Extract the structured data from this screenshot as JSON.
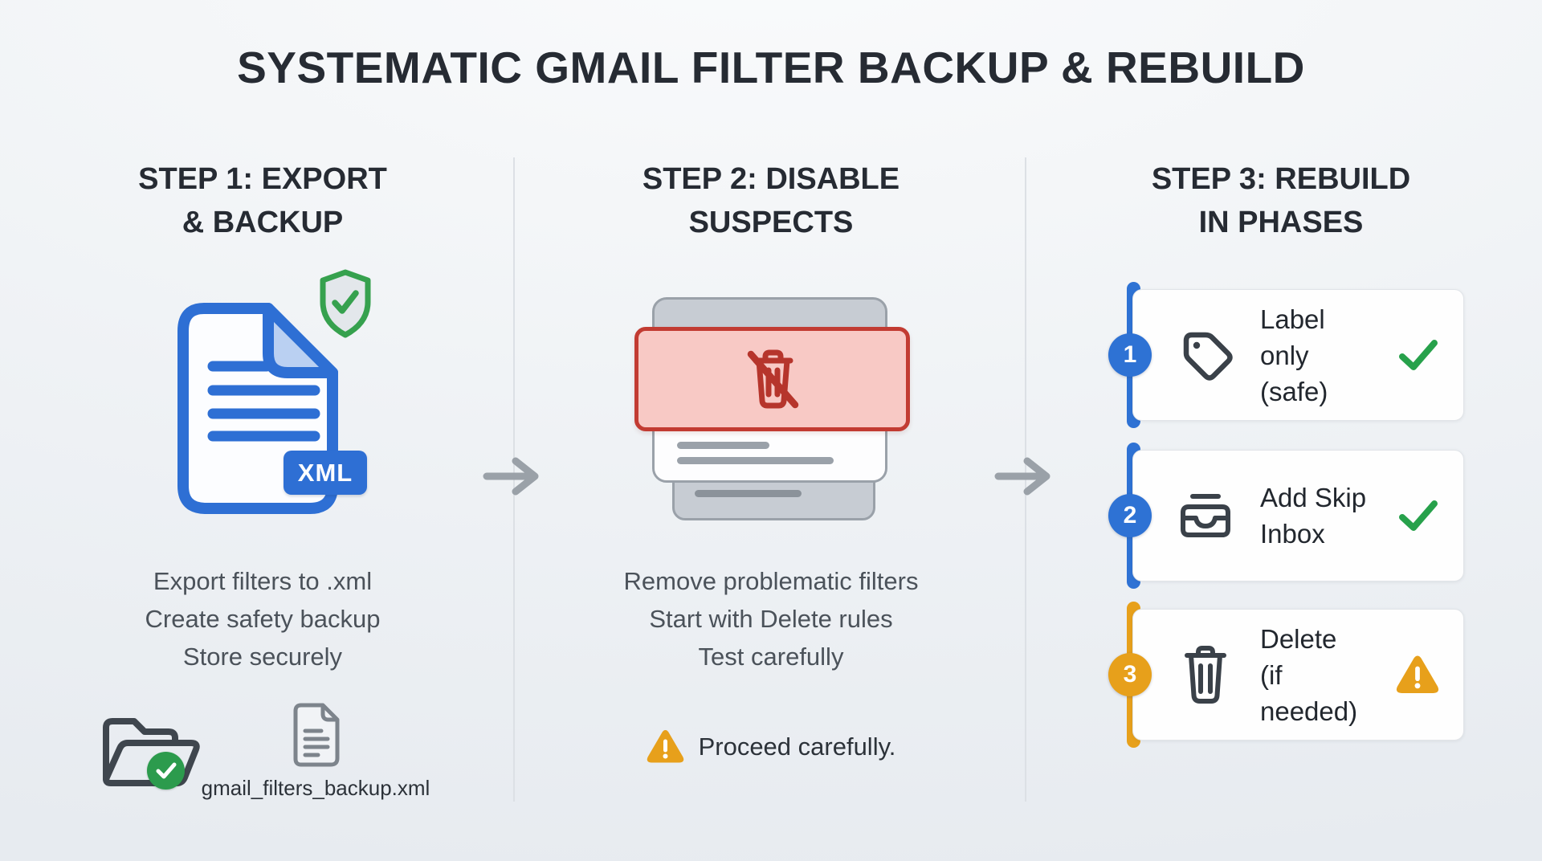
{
  "title": "SYSTEMATIC GMAIL FILTER BACKUP & REBUILD",
  "step1": {
    "heading_line1": "STEP 1: EXPORT",
    "heading_line2": "& BACKUP",
    "lines": [
      "Export filters to .xml",
      "Create safety backup",
      "Store securely"
    ],
    "xml_badge": "XML",
    "filename": "gmail_filters_backup.xml"
  },
  "step2": {
    "heading_line1": "STEP 2: DISABLE",
    "heading_line2": "SUSPECTS",
    "lines": [
      "Remove problematic filters",
      "Start with Delete rules",
      "Test carefully"
    ],
    "warning_text": "Proceed carefully."
  },
  "step3": {
    "heading_line1": "STEP 3: REBUILD",
    "heading_line2": "IN PHASES",
    "phases": [
      {
        "number": "1",
        "line1": "Label only",
        "line2": "(safe)",
        "icon": "tag-icon",
        "status": "complete"
      },
      {
        "number": "2",
        "line1": "Add Skip",
        "line2": "Inbox",
        "icon": "inbox-icon",
        "status": "complete"
      },
      {
        "number": "3",
        "line1": "Delete",
        "line2": "(if needed)",
        "icon": "trash-icon",
        "status": "caution"
      }
    ]
  },
  "colors": {
    "accent_blue": "#2e6fd4",
    "accent_green": "#2c9b4d",
    "accent_amber": "#e7a01b",
    "accent_red": "#c23b32",
    "red_fill": "#f8c9c5",
    "card_gray": "#c7ccd3",
    "heading_text": "#262b33",
    "body_text": "#4b525a"
  }
}
